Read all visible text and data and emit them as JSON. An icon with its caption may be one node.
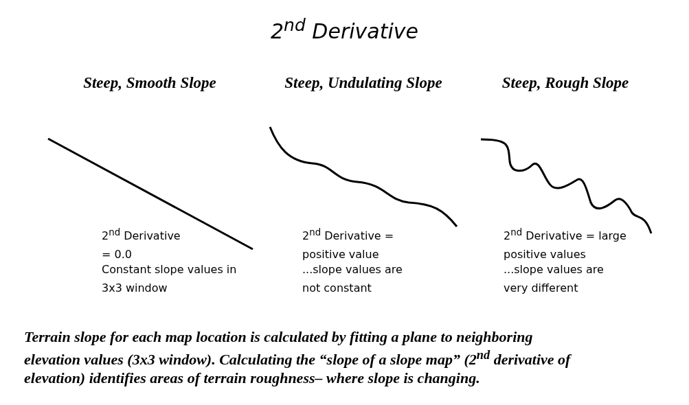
{
  "diagram": {
    "title": "2$^{nd}$ Derivative",
    "caption": "Terrain slope for each map location is calculated by fitting a plane to neighboring elevation values (3x3 window).  Calculating the “slope of a slope map” (2$^{nd}$ derivative of elevation) identifies areas of terrain roughness– where slope is changing.",
    "labels": [
      "Steep, Smooth Slope",
      "Steep, Undulating Slope",
      "Steep, Rough Slope",
      "2$^{nd}$ Derivative = 0.0",
      "Constant slope values in 3x3 window",
      "2$^{nd}$ Derivative = positive value",
      "...slope values are not constant",
      "2$^{nd}$ Derivative = large positive values",
      "...slope values are very different"
    ]
  }
}
